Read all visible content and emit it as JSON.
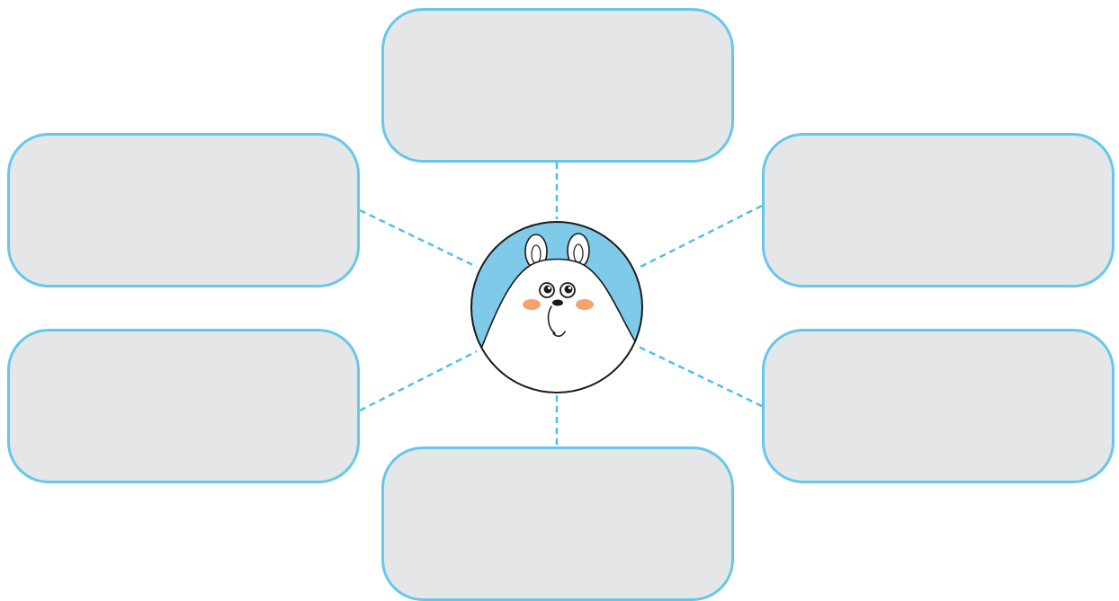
{
  "colors": {
    "box_fill": "#e5e6e8",
    "box_border": "#66c7ec",
    "connector": "#4fc0ea",
    "hub_background": "#7ecae8",
    "bear_face": "#ffffff",
    "blush": "#f2a36e",
    "outline": "#1a1a1a"
  },
  "hub": {
    "icon": "bear-face-icon"
  },
  "boxes": [
    {
      "id": "top",
      "text": ""
    },
    {
      "id": "upper-left",
      "text": ""
    },
    {
      "id": "lower-left",
      "text": ""
    },
    {
      "id": "upper-right",
      "text": ""
    },
    {
      "id": "lower-right",
      "text": ""
    },
    {
      "id": "bottom",
      "text": ""
    }
  ]
}
